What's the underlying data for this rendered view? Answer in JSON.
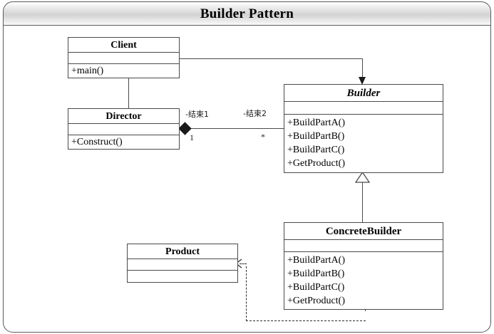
{
  "diagram": {
    "title": "Builder Pattern",
    "classes": {
      "client": {
        "name": "Client",
        "abstract": false,
        "attributes": [],
        "operations": [
          "+main()"
        ]
      },
      "director": {
        "name": "Director",
        "abstract": false,
        "attributes": [],
        "operations": [
          "+Construct()"
        ]
      },
      "builder": {
        "name": "Builder",
        "abstract": true,
        "attributes": [],
        "operations": [
          "+BuildPartA()",
          "+BuildPartB()",
          "+BuildPartC()",
          "+GetProduct()"
        ]
      },
      "concrete_builder": {
        "name": "ConcreteBuilder",
        "abstract": false,
        "attributes": [],
        "operations": [
          "+BuildPartA()",
          "+BuildPartB()",
          "+BuildPartC()",
          "+GetProduct()"
        ]
      },
      "product": {
        "name": "Product",
        "abstract": false,
        "attributes": [],
        "operations": []
      }
    },
    "relationships": {
      "director_builder": {
        "type": "composition",
        "source_role": "-结束1",
        "target_role": "-结束2",
        "source_multiplicity": "1",
        "target_multiplicity": "*"
      },
      "client_builder": {
        "type": "association-directed"
      },
      "builder_generalization": {
        "type": "generalization"
      },
      "concretebuilder_product": {
        "type": "dependency"
      }
    }
  }
}
